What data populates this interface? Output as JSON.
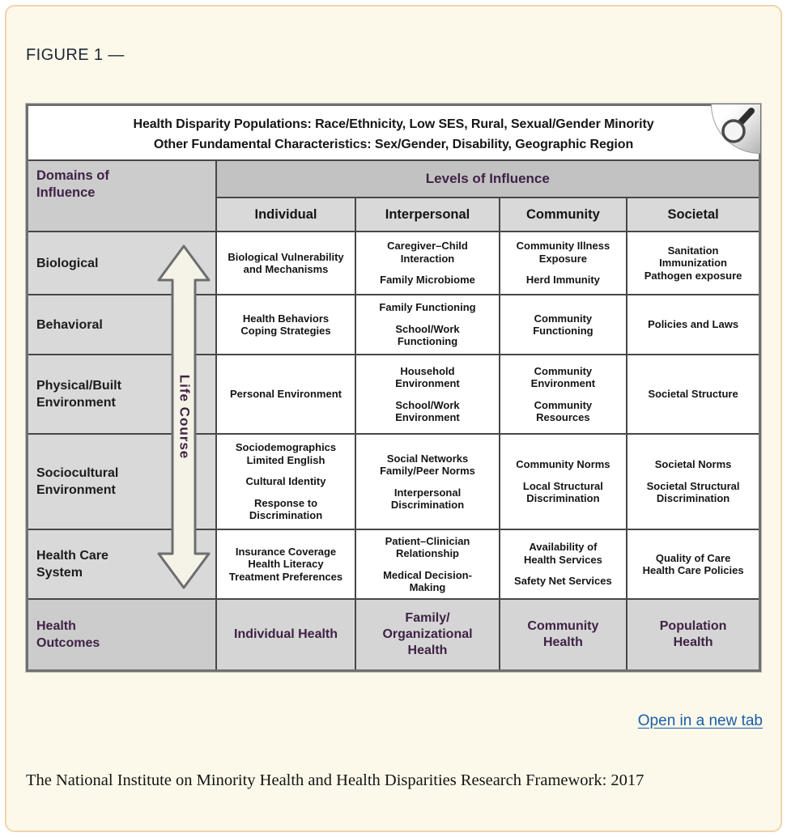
{
  "page": {
    "figure_label": "FIGURE 1 —",
    "open_in_new_tab": "Open in a new tab",
    "caption": "The National Institute on Minority Health and Health Disparities Research Framework: 2017"
  },
  "figure": {
    "header_line1": "Health Disparity Populations: Race/Ethnicity, Low SES, Rural, Sexual/Gender Minority",
    "header_line2": "Other Fundamental Characteristics: Sex/Gender, Disability, Geographic Region",
    "corner_icon": "magnifier-icon",
    "table": {
      "domains_header": "Domains of\nInfluence",
      "levels_header": "Levels of Influence",
      "level_columns": [
        "Individual",
        "Interpersonal",
        "Community",
        "Societal"
      ],
      "life_course_label": "Life Course",
      "rows": [
        {
          "domain": "Biological",
          "cells": [
            [
              "Biological Vulnerability\nand Mechanisms"
            ],
            [
              "Caregiver–Child\nInteraction",
              "Family Microbiome"
            ],
            [
              "Community Illness\nExposure",
              "Herd Immunity"
            ],
            [
              "Sanitation\nImmunization\nPathogen exposure"
            ]
          ]
        },
        {
          "domain": "Behavioral",
          "cells": [
            [
              "Health Behaviors\nCoping Strategies"
            ],
            [
              "Family Functioning",
              "School/Work\nFunctioning"
            ],
            [
              "Community\nFunctioning"
            ],
            [
              "Policies and Laws"
            ]
          ]
        },
        {
          "domain": "Physical/Built\nEnvironment",
          "cells": [
            [
              "Personal Environment"
            ],
            [
              "Household\nEnvironment",
              "School/Work\nEnvironment"
            ],
            [
              "Community\nEnvironment",
              "Community\nResources"
            ],
            [
              "Societal Structure"
            ]
          ]
        },
        {
          "domain": "Sociocultural\nEnvironment",
          "cells": [
            [
              "Sociodemographics\nLimited English",
              "Cultural Identity",
              "Response to\nDiscrimination"
            ],
            [
              "Social Networks\nFamily/Peer Norms",
              "Interpersonal\nDiscrimination"
            ],
            [
              "Community Norms",
              "Local Structural\nDiscrimination"
            ],
            [
              "Societal Norms",
              "Societal Structural\nDiscrimination"
            ]
          ]
        },
        {
          "domain": "Health Care\nSystem",
          "cells": [
            [
              "Insurance Coverage\nHealth Literacy\nTreatment Preferences"
            ],
            [
              "Patient–Clinician\nRelationship",
              "Medical Decision-\nMaking"
            ],
            [
              "Availability of\nHealth Services",
              "Safety Net Services"
            ],
            [
              "Quality of Care\nHealth Care Policies"
            ]
          ]
        }
      ],
      "outcomes": {
        "domain": "Health\nOutcomes",
        "cells": [
          "Individual Health",
          "Family/\nOrganizational\nHealth",
          "Community\nHealth",
          "Population\nHealth"
        ]
      }
    }
  },
  "colors": {
    "link_blue": "#1a5fa8",
    "header_purple": "#3f2245",
    "card_background": "#fcf8ea",
    "card_border": "#f2d4a9",
    "grid_line": "#474747"
  }
}
